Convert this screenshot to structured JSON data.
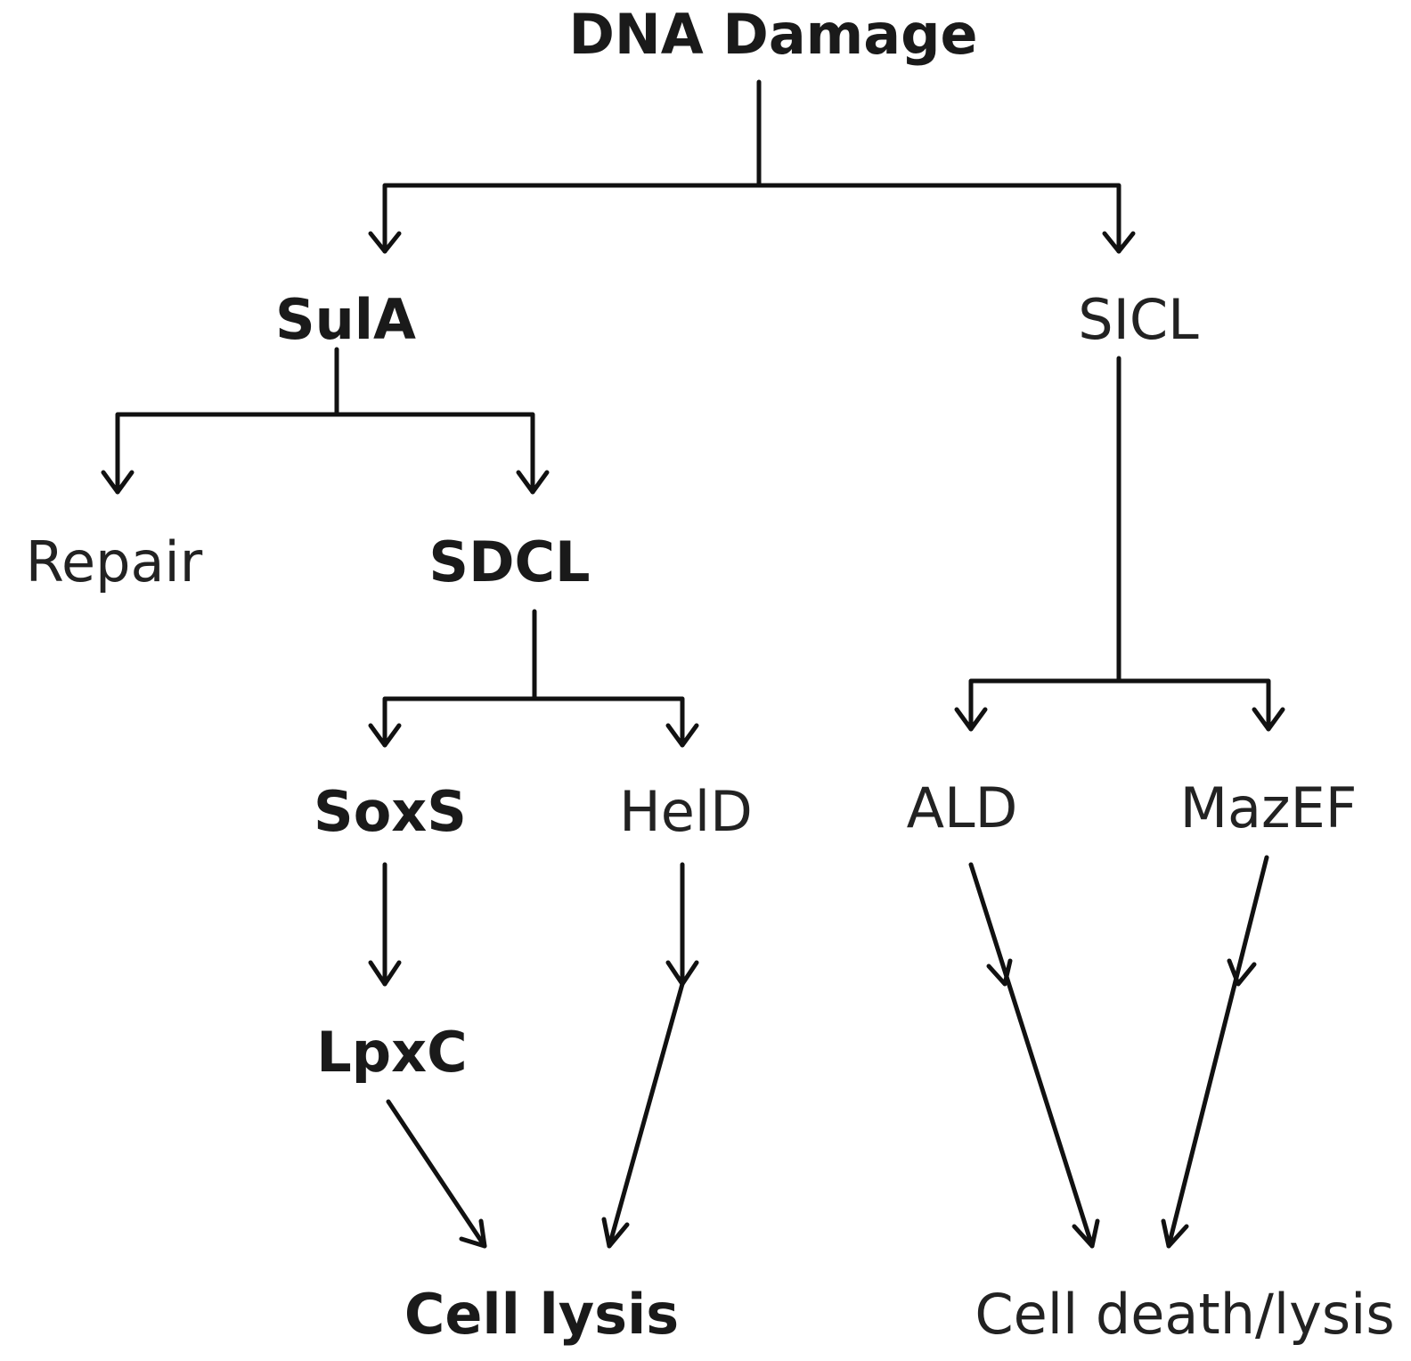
{
  "nodes": {
    "dna_damage": "DNA Damage",
    "sula": "SulA",
    "sicl": "SICL",
    "repair": "Repair",
    "sdcl": "SDCL",
    "soxs": "SoxS",
    "held": "HelD",
    "ald": "ALD",
    "mazef": "MazEF",
    "lpxc": "LpxC",
    "cell_lysis": "Cell lysis",
    "cell_death_lysis": "Cell death/lysis"
  },
  "colors": {
    "line": "#111111",
    "text": "#1a1a1a",
    "background": "#ffffff"
  }
}
